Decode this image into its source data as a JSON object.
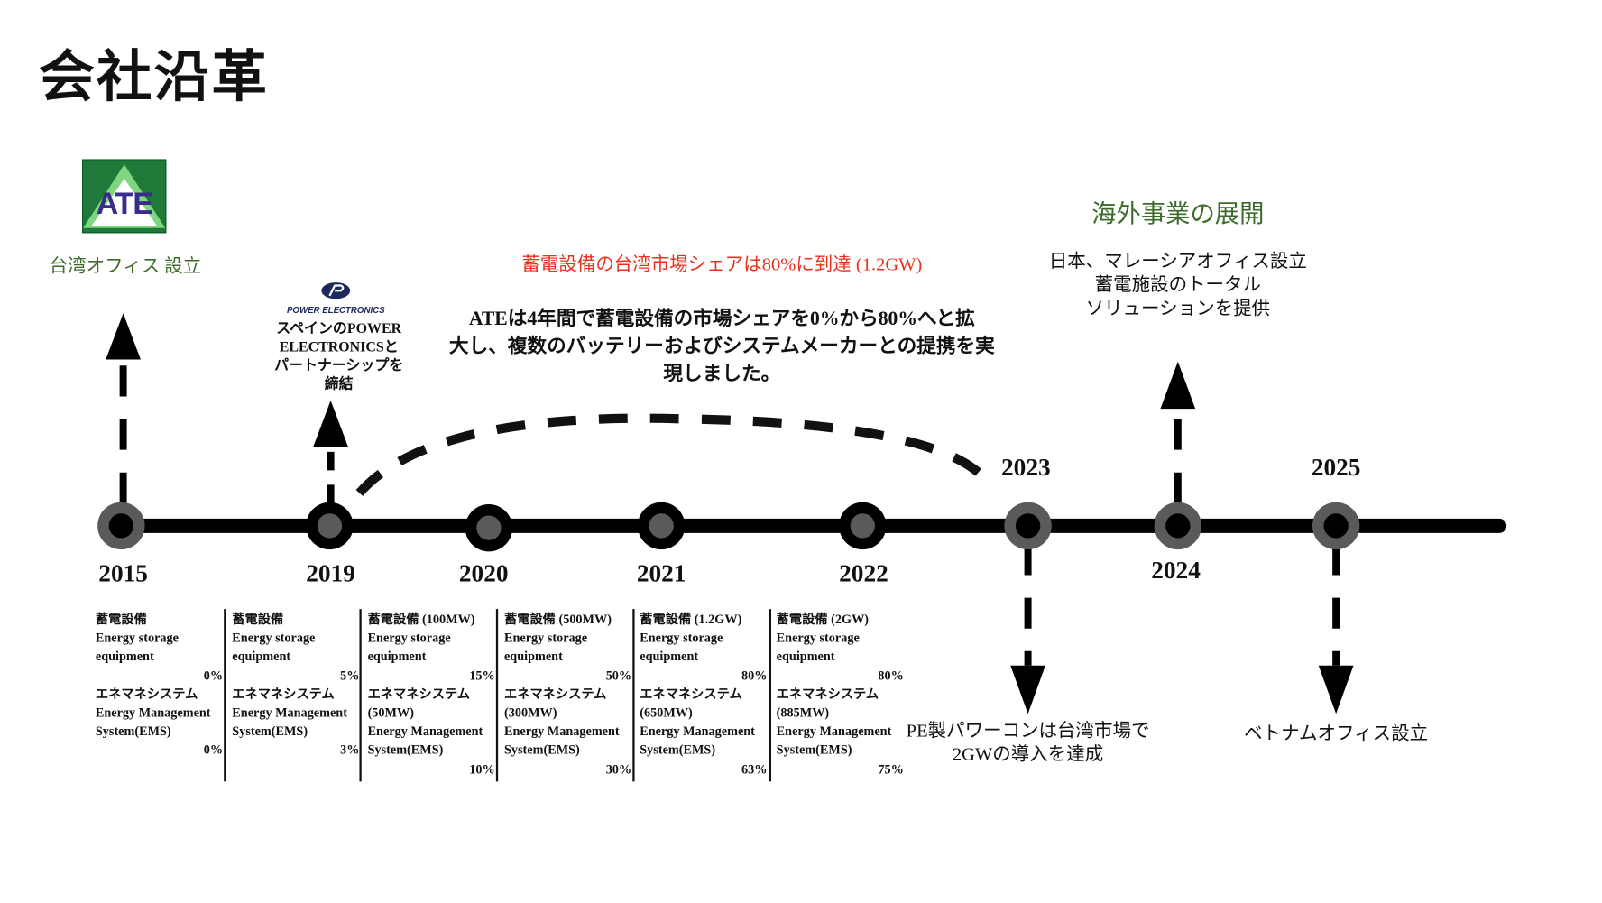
{
  "title": "会社沿革",
  "logos": {
    "ate": "ATE",
    "power_electronics": "POWER ELECTRONICS"
  },
  "events": {
    "taiwan_office": "台湾オフィス 設立",
    "pe_partnership": [
      "スペインのPOWER",
      "ELECTRONICSと",
      "パートナーシップを",
      "締結"
    ],
    "market_share_heading": "蓄電設備の台湾市場シェアは80%に到達 (1.2GW)",
    "market_share_body": [
      "ATEは4年間で蓄電設備の市場シェアを0%から80%へと拡",
      "大し、複数のバッテリーおよびシステムメーカーとの提携を実",
      "現しました。"
    ],
    "overseas_heading": "海外事業の展開",
    "overseas_body": [
      "日本、マレーシアオフィス設立",
      "蓄電施設のトータル",
      "ソリューションを提供"
    ],
    "pe_inverter": [
      "PE製パワーコンは台湾市場で",
      "2GWの導入を達成"
    ],
    "vietnam_office": "ベトナムオフィス設立"
  },
  "years": [
    "2015",
    "2019",
    "2020",
    "2021",
    "2022",
    "2023",
    "2024",
    "2025"
  ],
  "columns": [
    {
      "head": "蓄電設備",
      "es1": "Energy storage",
      "es2": "equipment",
      "es_pct": "0%",
      "ems_head": "エネマネシステム",
      "ems1": "Energy Management",
      "ems2": "System(EMS)",
      "ems3": "",
      "ems_pct": "0%"
    },
    {
      "head": "蓄電設備",
      "es1": "Energy storage",
      "es2": "equipment",
      "es_pct": "5%",
      "ems_head": "エネマネシステム",
      "ems1": "Energy Management",
      "ems2": "System(EMS)",
      "ems3": "",
      "ems_pct": "3%"
    },
    {
      "head": "蓄電設備 (100MW)",
      "es1": "Energy storage",
      "es2": "equipment",
      "es_pct": "15%",
      "ems_head": "エネマネシステム",
      "ems1": "(50MW)",
      "ems2": "Energy Management",
      "ems3": "System(EMS)",
      "ems_pct": "10%"
    },
    {
      "head": "蓄電設備 (500MW)",
      "es1": "Energy storage",
      "es2": "equipment",
      "es_pct": "50%",
      "ems_head": "エネマネシステム",
      "ems1": "(300MW)",
      "ems2": "Energy Management",
      "ems3": "System(EMS)",
      "ems_pct": "30%"
    },
    {
      "head": "蓄電設備 (1.2GW)",
      "es1": "Energy storage",
      "es2": "equipment",
      "es_pct": "80%",
      "ems_head": "エネマネシステム",
      "ems1": "(650MW)",
      "ems2": "Energy Management",
      "ems3": "System(EMS)",
      "ems_pct": "63%"
    },
    {
      "head": "蓄電設備 (2GW)",
      "es1": "Energy storage",
      "es2": "equipment",
      "es_pct": "80%",
      "ems_head": "エネマネシステム",
      "ems1": "(885MW)",
      "ems2": "Energy Management",
      "ems3": "System(EMS)",
      "ems_pct": "75%"
    }
  ],
  "colors": {
    "green": "#3d6b2a",
    "red": "#e8321e",
    "node_gray": "#5a5a5a"
  }
}
